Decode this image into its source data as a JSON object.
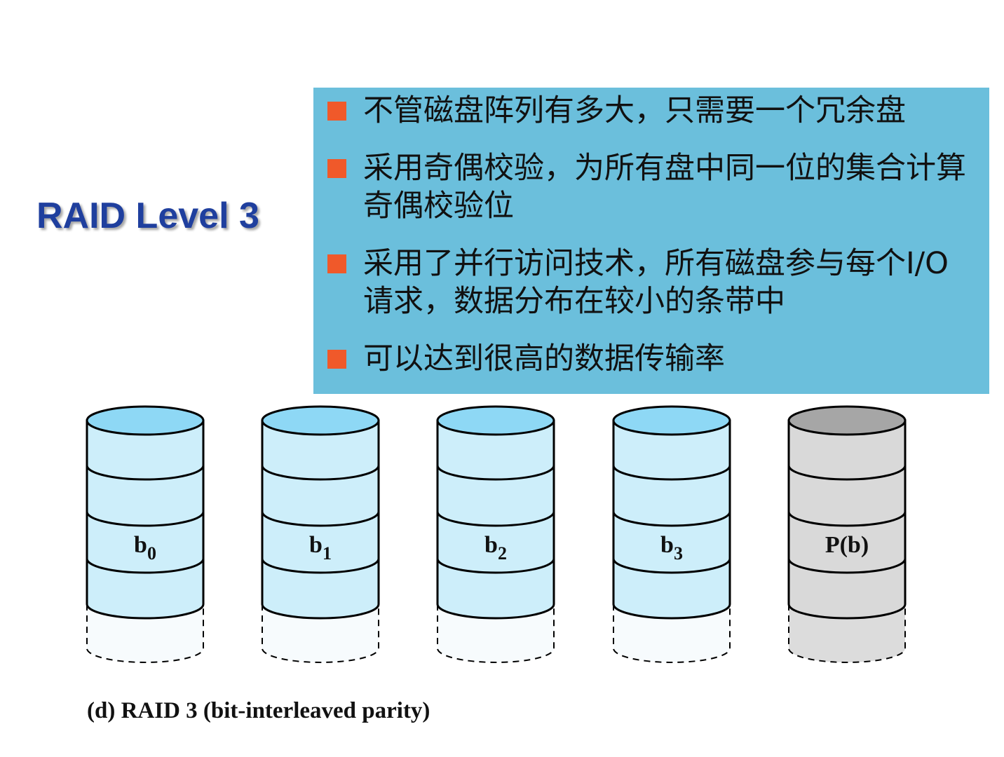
{
  "title": "RAID Level 3",
  "bullets": [
    "不管磁盘阵列有多大，只需要一个冗余盘",
    "采用奇偶校验，为所有盘中同一位的集合计算奇偶校验位",
    "采用了并行访问技术，所有磁盘参与每个I/O请求，数据分布在较小的条带中",
    "可以达到很高的数据传输率"
  ],
  "colors": {
    "bullet_box": "#6bbfdc",
    "bullet_mark": "#f0592a",
    "title": "#1f3f9e",
    "data_disk_body": "#cdeefa",
    "data_disk_top": "#8ed8f5",
    "parity_disk_body": "#d9d9d9",
    "parity_disk_top": "#a6a6a6"
  },
  "disks": [
    {
      "label": "b",
      "sub": "0",
      "type": "data"
    },
    {
      "label": "b",
      "sub": "1",
      "type": "data"
    },
    {
      "label": "b",
      "sub": "2",
      "type": "data"
    },
    {
      "label": "b",
      "sub": "3",
      "type": "data"
    },
    {
      "label": "P(b)",
      "sub": "",
      "type": "parity"
    }
  ],
  "caption": "(d) RAID 3 (bit-interleaved parity)"
}
